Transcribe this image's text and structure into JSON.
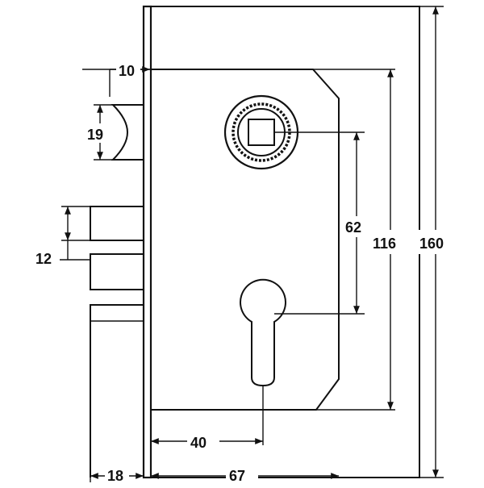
{
  "diagram": {
    "colors": {
      "ink": "#111111",
      "background": "#ffffff"
    },
    "dimensions": {
      "d10": "10",
      "d19": "19",
      "d12": "12",
      "d62": "62",
      "d116": "116",
      "d160": "160",
      "d40": "40",
      "d18": "18",
      "d67": "67"
    }
  }
}
